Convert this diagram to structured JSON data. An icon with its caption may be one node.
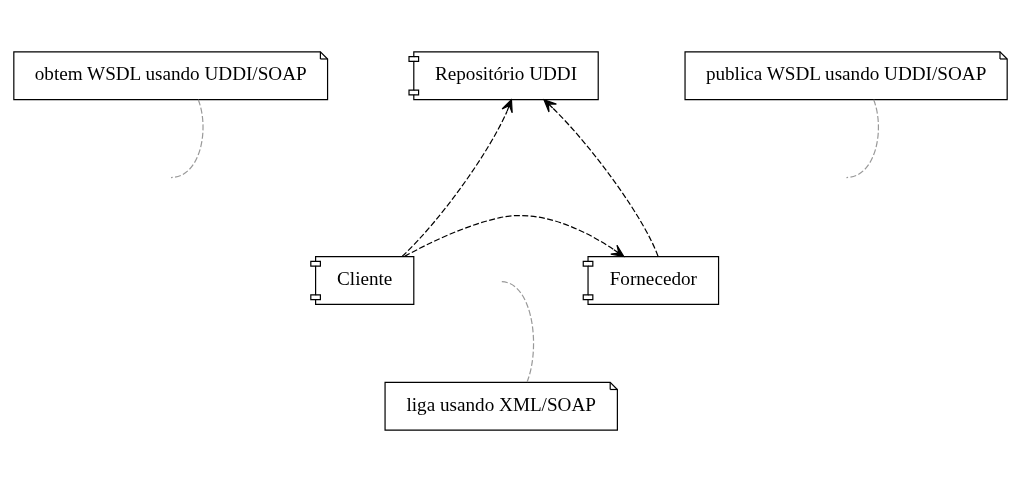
{
  "diagram": {
    "nodes": [
      {
        "text": [
          "Repositório UDDI"
        ]
      },
      {
        "text": [
          "Cliente"
        ]
      },
      {
        "text": [
          "Fornecedor"
        ]
      },
      {
        "text": [
          "obtem WSDL usando UDDI/SOAP"
        ]
      },
      {
        "text": [
          "publica WSDL usando UDDI/SOAP"
        ]
      },
      {
        "text": [
          "liga usando XML/SOAP"
        ]
      }
    ],
    "edges": [
      {
        "from": 1,
        "to": 0,
        "arrow": "to",
        "style": "dashed"
      },
      {
        "from": 2,
        "to": 0,
        "arrow": "to",
        "style": "dashed"
      },
      {
        "from": 1,
        "to": 2,
        "arrow": "to",
        "style": "dashed"
      },
      {
        "from": 3,
        "to": null,
        "arrow": "none",
        "style": "dashed",
        "color": "#999999"
      },
      {
        "from": 4,
        "to": null,
        "arrow": "none",
        "style": "dashed",
        "color": "#999999"
      },
      {
        "from": 5,
        "to": null,
        "arrow": "none",
        "style": "dashed",
        "color": "#999999"
      }
    ]
  }
}
